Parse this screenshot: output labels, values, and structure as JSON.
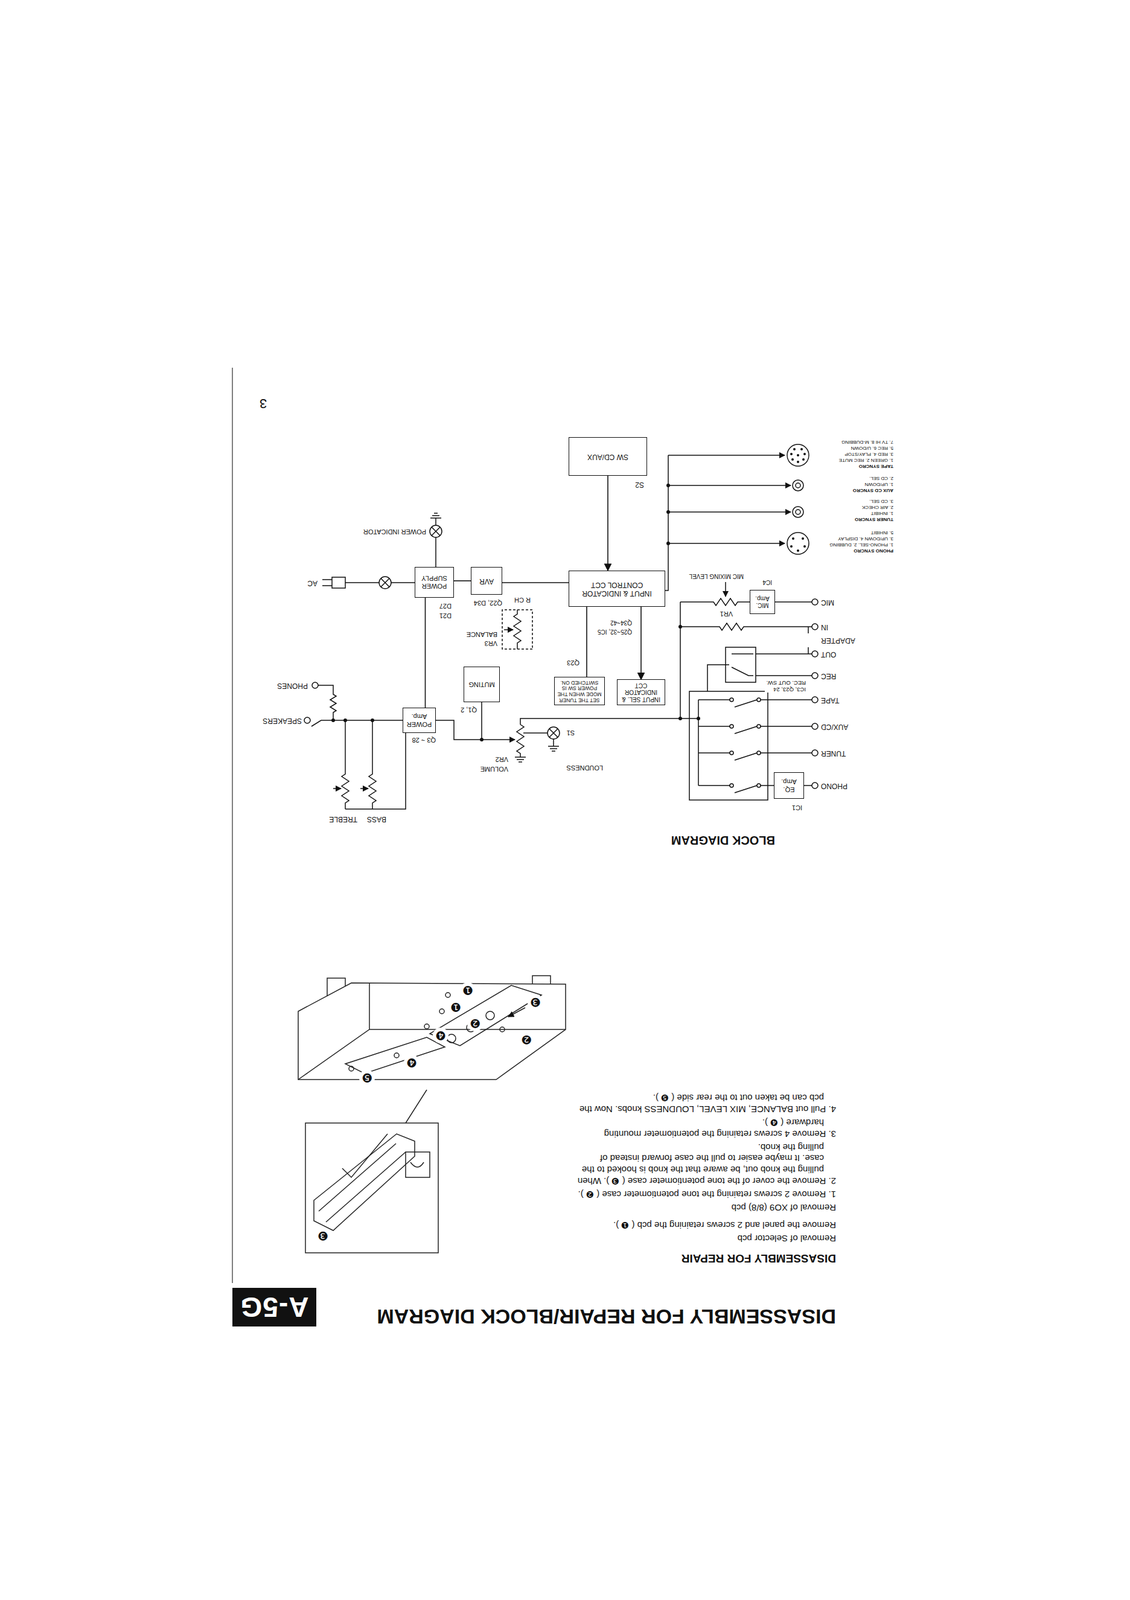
{
  "diagram": {
    "title": "DISASSEMBLY FOR REPAIR/BLOCK DIAGRAM",
    "nodes": [
      {
        "text": [
          "EQ. Amp."
        ]
      },
      {
        "text": [
          "INPUT SEL. & INDICATOR CCT"
        ]
      },
      {
        "text": [
          "SET THE TUNER MODE WHEN THE POWER SW IS SWITCHED ON."
        ]
      },
      {
        "text": [
          "MIC. Amp."
        ]
      },
      {
        "text": [
          "INPUT & INDICATOR CONTROL CCT"
        ]
      },
      {
        "text": [
          "SW CD/AUX"
        ]
      },
      {
        "text": [
          "POWER Amp."
        ]
      },
      {
        "text": [
          "MUTING"
        ]
      },
      {
        "text": [
          "AVR"
        ]
      },
      {
        "text": [
          "POWER SUPPLY"
        ]
      }
    ],
    "edges": [
      {
        "from": 5,
        "to": 4,
        "arrow": "to"
      },
      {
        "from": 4,
        "to": 1,
        "arrow": "to"
      },
      {
        "from": 2,
        "to": 4,
        "arrow": "none"
      },
      {
        "from": 8,
        "to": 4,
        "arrow": "none"
      },
      {
        "from": 8,
        "to": 9,
        "arrow": "none"
      },
      {
        "from": 9,
        "to": 6,
        "arrow": "none"
      }
    ],
    "labels": [
      "A-5G",
      "DISASSEMBLY FOR REPAIR",
      "Removal of Selector pcb",
      "Remove the panel and 2 screws retaining the pcb ( ❶ ).",
      "Removal of XO9 (8/8) pcb",
      "1. Remove 2 screws retaining the tone potentiometer case ( ❷ ).",
      "2. Remove the cover of the tone potentiometer case ( ❸ ). When pulling the knob out, be aware that the knob is hooked to the case. It maybe easier to pull the case forward instead of pulling the knob.",
      "3. Remove 4 screws retaining the potentiometer mounting hardware ( ❹ ).",
      "4. Pull out BALANCE, MIX LEVEL, LOUDNESS knobs. Now the pcb can be taken out to the rear side ( ❺ ).",
      "❶",
      "❶",
      "❷",
      "❷",
      "❸",
      "❹",
      "❹",
      "❺",
      "❸",
      "3",
      "BLOCK DIAGRAM",
      "IC1",
      "PHONO",
      "TUNER",
      "AUX/CD",
      "TAPE",
      "REC",
      "OUT",
      "ADAPTER",
      "IN",
      "MIC",
      "IC3, Q23, 24 REC. OUT SW.",
      "IC4",
      "VR1",
      "MIC MIXING LEVEL",
      "Q23",
      "Q25~32, IC5",
      "Q34~42",
      "S2",
      "PHONO SYNCRO",
      "1. PHONO-SEL. 2. DUBBING",
      "3. UP/DOWN 4. DISPLAY",
      "5. INHIBIT",
      "TUNER SYNCRO",
      "1. INHIBIT",
      "2. AIR CHECK",
      "3. CD SEL.",
      "AUX CD SYNCRO",
      "1. UP/DOWN",
      "2. CD SEL.",
      "TAPE SYNCRO",
      "1. GREEN 2. REC MUTE",
      "3. RED 4. PLAY/STOP",
      "5. REC 6. U/DOWN",
      "7. TV HI 8. M-DUBBING",
      "LOUDNESS",
      "S1",
      "VOLUME",
      "VR2",
      "Q1, 2",
      "Q3 ~ 28",
      "BASS",
      "TREBLE",
      "SPEAKERS",
      "PHONES",
      "VR3",
      "BALANCE",
      "R CH",
      "Q22, D34",
      "D21",
      "D27",
      "AC",
      "POWER INDICATOR"
    ]
  }
}
